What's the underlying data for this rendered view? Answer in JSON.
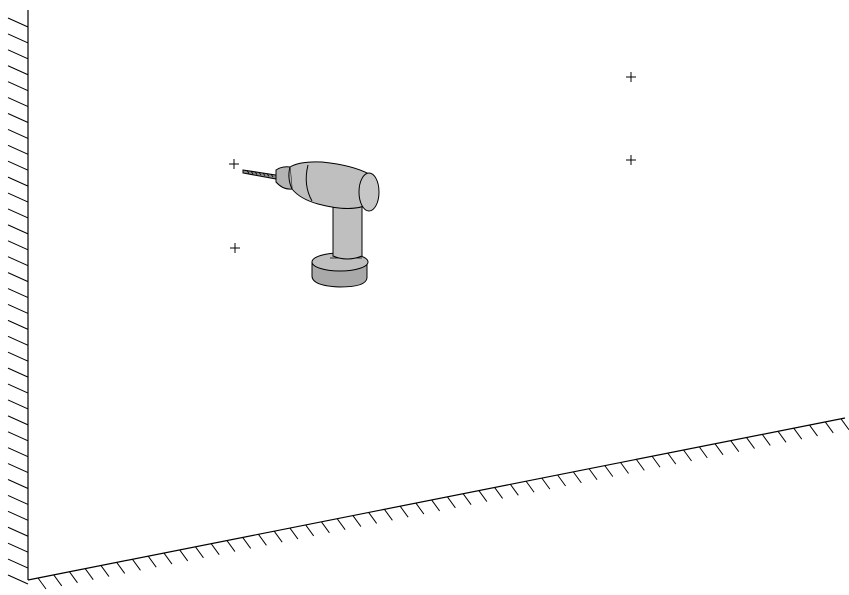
{
  "scene": {
    "wall_hatch_count": 36,
    "floor_hatch_count": 52,
    "crosshair_count": 4,
    "drill_body_color": "#bfbfbf",
    "drill_shade_color": "#a9a9a9",
    "line_color": "#000000"
  },
  "icons": {
    "tool": "power-drill-icon",
    "marker": "crosshair-icon"
  }
}
